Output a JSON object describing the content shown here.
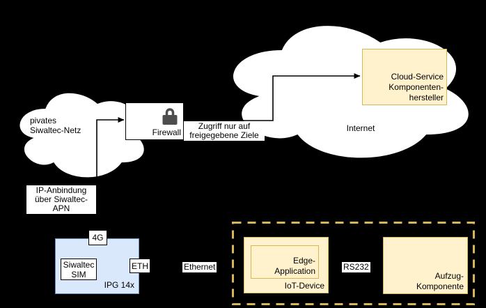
{
  "colors": {
    "bg": "#000000",
    "node_white": "#ffffff",
    "yellow_fill": "#fff2cc",
    "yellow_stroke": "#d6b656",
    "blue_fill": "#dae8fc",
    "blue_stroke": "#6c8ebf",
    "lock_gray": "#4d4d4d",
    "line_black": "#000000"
  },
  "diagram": {
    "private_cloud": {
      "line1": "pivates",
      "line2": "Siwaltec-Netz"
    },
    "firewall": {
      "label": "Firewall"
    },
    "internet_cloud": {
      "label": "Internet"
    },
    "cloud_service_box": {
      "line1": "Cloud-Service",
      "line2": "Komponenten-",
      "line3": "hersteller"
    },
    "ipg_box": {
      "label": "IPG 14x"
    },
    "sim_chip": {
      "line1": "Siwaltec",
      "line2": "SIM"
    },
    "port_4g": {
      "label": "4G"
    },
    "port_eth": {
      "label": "ETH"
    },
    "iot_box": {
      "label": "IoT-Device"
    },
    "edge_app_box": {
      "line1": "Edge-",
      "line2": "Application"
    },
    "aufzug_box": {
      "line1": "Aufzug-",
      "line2": "Komponente"
    }
  },
  "edges": {
    "ip_anbindung": {
      "line1": "IP-Anbindung",
      "line2": "über Siwaltec-APN"
    },
    "zugriff": {
      "line1": "Zugriff nur auf",
      "line2": "freigegebene Ziele"
    },
    "ethernet": {
      "label": "Ethernet"
    },
    "rs232": {
      "label": "RS232"
    }
  }
}
